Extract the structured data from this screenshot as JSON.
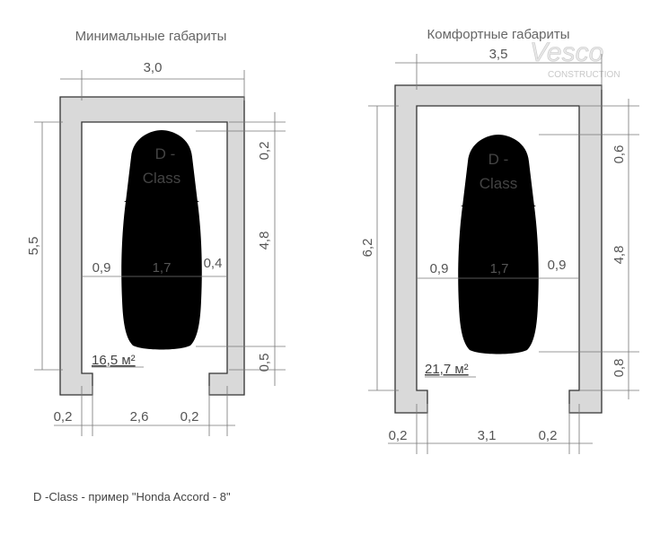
{
  "logo": {
    "brand": "Vesco",
    "subtitle": "CONSTRUCTION"
  },
  "footnote": "D -Class - пример \"Honda Accord - 8\"",
  "left": {
    "title": "Минимальные габариты",
    "width_outer": "3,0",
    "length_outer": "5,5",
    "front_gap": "0,2",
    "car_length": "4,8",
    "rear_gap": "0,5",
    "side_left": "0,9",
    "car_width": "1,7",
    "side_right": "0,4",
    "area": "16,5 м²",
    "wall_left": "0,2",
    "door": "2,6",
    "wall_right": "0,2",
    "car_class_line1": "D -",
    "car_class_line2": "Class"
  },
  "right": {
    "title": "Комфортные габариты",
    "width_outer": "3,5",
    "length_outer": "6,2",
    "front_gap": "0,6",
    "car_length": "4,8",
    "rear_gap": "0,8",
    "side_left": "0,9",
    "car_width": "1,7",
    "side_right": "0,9",
    "area": "21,7 м²",
    "wall_left": "0,2",
    "door": "3,1",
    "wall_right": "0,2",
    "car_class_line1": "D -",
    "car_class_line2": "Class"
  }
}
